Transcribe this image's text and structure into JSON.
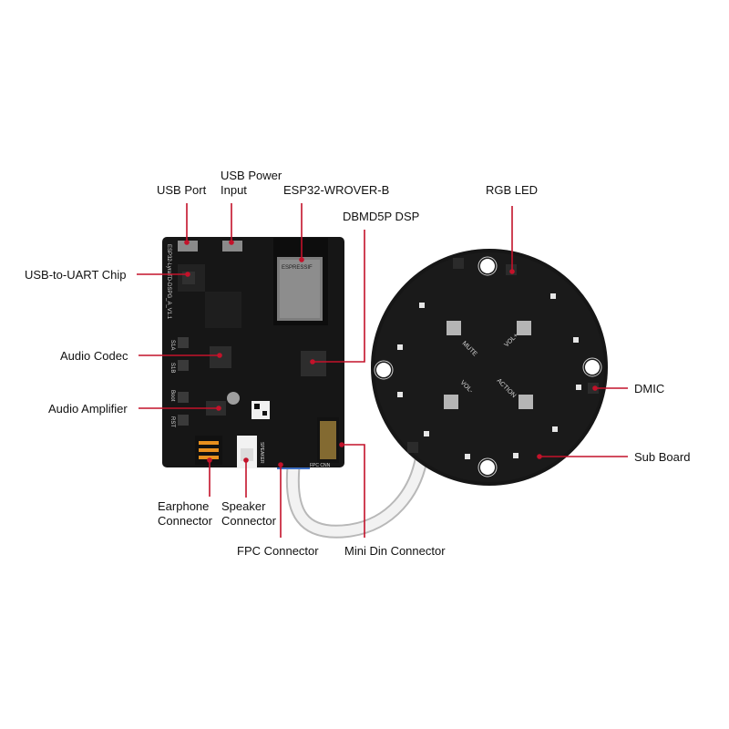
{
  "colors": {
    "leader": "#c3122a",
    "board": "#161616",
    "silkscreen": "#d9d9d9",
    "background": "#ffffff"
  },
  "labels": {
    "usb_port": "USB Port",
    "usb_power_input": [
      "USB Power",
      "Input"
    ],
    "esp32_module": "ESP32-WROVER-B",
    "dsp": "DBMD5P DSP",
    "rgb_led": "RGB LED",
    "usb_uart_chip": "USB-to-UART Chip",
    "audio_codec": "Audio Codec",
    "audio_amplifier": "Audio Amplifier",
    "dmic": "DMIC",
    "sub_board": "Sub Board",
    "earphone_connector": [
      "Earphone",
      "Connector"
    ],
    "speaker_connector": [
      "Speaker",
      "Connector"
    ],
    "fpc_connector": "FPC Connector",
    "mini_din_connector": "Mini Din Connector"
  },
  "silkscreen": {
    "module_brand": "ESPRESSIF",
    "board_name": "ESP32-LyraTD-DSPG_A_V1.1",
    "buttons": [
      "MUTE",
      "VOL+",
      "VOL-",
      "ACTION"
    ],
    "side_labels": [
      "S1A",
      "S1B",
      "Boot",
      "RST"
    ],
    "fpc": "FPC CNN",
    "speaker": "SPEAKER"
  }
}
